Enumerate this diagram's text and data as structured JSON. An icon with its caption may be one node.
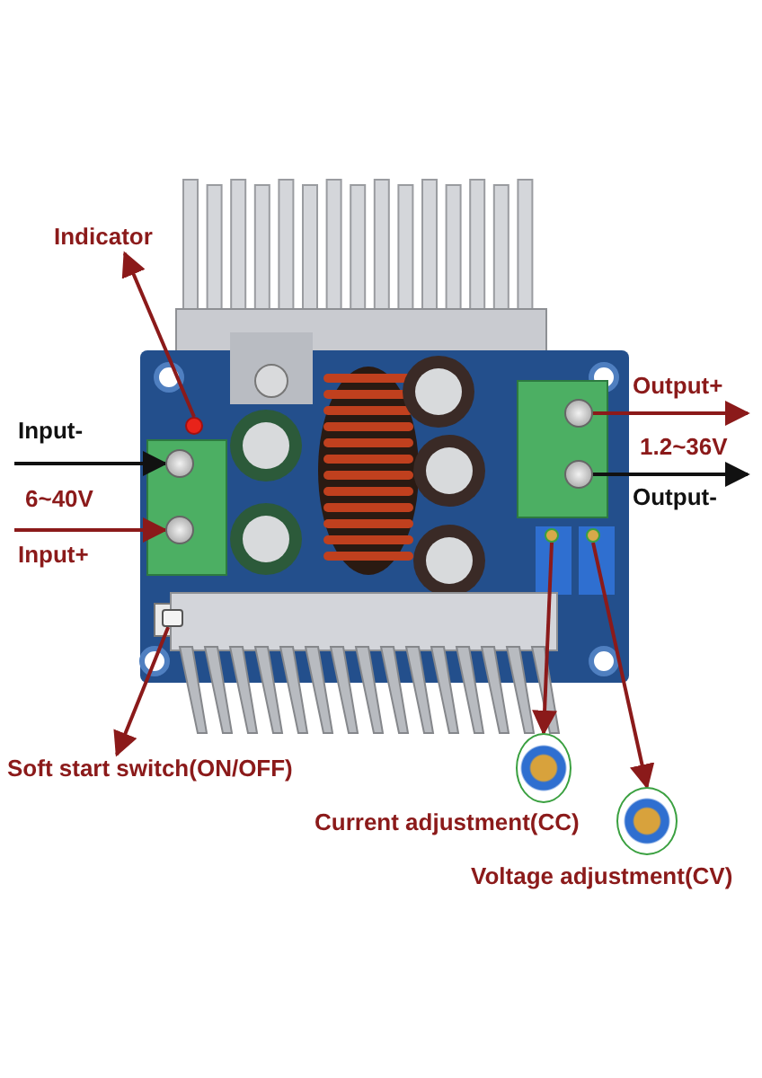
{
  "diagram": {
    "nodes": [
      {
        "text": [
          "Indicator"
        ]
      },
      {
        "text": [],
        "shape": "circle"
      },
      {
        "text": [
          "Input-"
        ]
      },
      {
        "text": [],
        "shape": "circle"
      },
      {
        "text": [
          "Input+"
        ]
      },
      {
        "text": [],
        "shape": "circle"
      },
      {
        "text": [
          "Output+"
        ]
      },
      {
        "text": [],
        "shape": "circle"
      },
      {
        "text": [
          "Output-"
        ]
      },
      {
        "text": [],
        "shape": "circle"
      },
      {
        "text": [
          "Soft start switch(ON/OFF)"
        ]
      },
      {
        "text": [],
        "shape": "box"
      },
      {
        "text": [],
        "shape": "circle"
      },
      {
        "text": [],
        "shape": "picture",
        "beside": [
          "Current adjustment(CC)"
        ]
      },
      {
        "text": [],
        "shape": "circle"
      },
      {
        "text": [],
        "shape": "picture",
        "beside": [
          "Voltage adjustment(CV)"
        ]
      }
    ],
    "edges": [
      {
        "from": 1,
        "to": 0,
        "arrow": "to"
      },
      {
        "from": 2,
        "to": 3,
        "arrow": "to",
        "color": "#111111"
      },
      {
        "from": 4,
        "to": 5,
        "arrow": "to"
      },
      {
        "from": 7,
        "to": 6,
        "arrow": "to"
      },
      {
        "from": 9,
        "to": 8,
        "arrow": "to",
        "color": "#111111"
      },
      {
        "from": 11,
        "to": 10,
        "arrow": "to"
      },
      {
        "from": 12,
        "to": 13,
        "arrow": "to"
      },
      {
        "from": 14,
        "to": 15,
        "arrow": "to"
      }
    ],
    "labels": [
      "6~40V",
      "1.2~36V"
    ]
  }
}
